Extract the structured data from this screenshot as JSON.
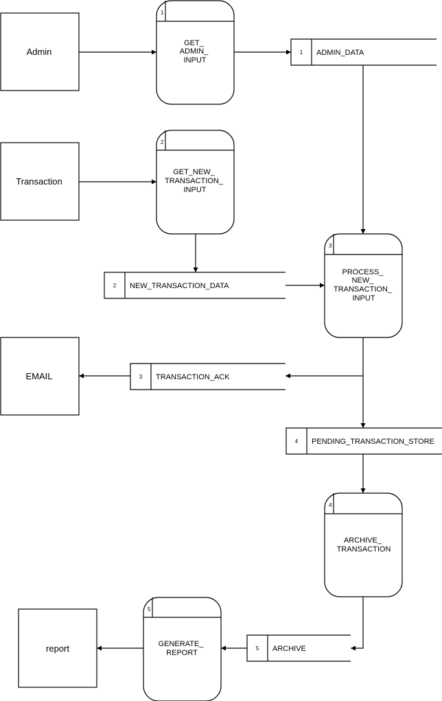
{
  "entities": {
    "admin": "Admin",
    "transaction": "Transaction",
    "email": "EMAIL",
    "report": "report"
  },
  "processes": [
    {
      "id": "1",
      "lines": [
        "GET_",
        "ADMIN_",
        "INPUT"
      ]
    },
    {
      "id": "2",
      "lines": [
        "GET_NEW_",
        "TRANSACTION_",
        "INPUT"
      ]
    },
    {
      "id": "3",
      "lines": [
        "PROCESS_",
        "NEW_",
        "TRANSACTION_",
        "INPUT"
      ]
    },
    {
      "id": "4",
      "lines": [
        "ARCHIVE_",
        "TRANSACTION"
      ]
    },
    {
      "id": "5",
      "lines": [
        "GENERATE_",
        "REPORT"
      ]
    }
  ],
  "stores": [
    {
      "id": "1",
      "label": "ADMIN_DATA"
    },
    {
      "id": "2",
      "label": "NEW_TRANSACTION_DATA"
    },
    {
      "id": "3",
      "label": "TRANSACTION_ACK"
    },
    {
      "id": "4",
      "label": "PENDING_TRANSACTION_STORE"
    },
    {
      "id": "5",
      "label": "ARCHIVE"
    }
  ]
}
